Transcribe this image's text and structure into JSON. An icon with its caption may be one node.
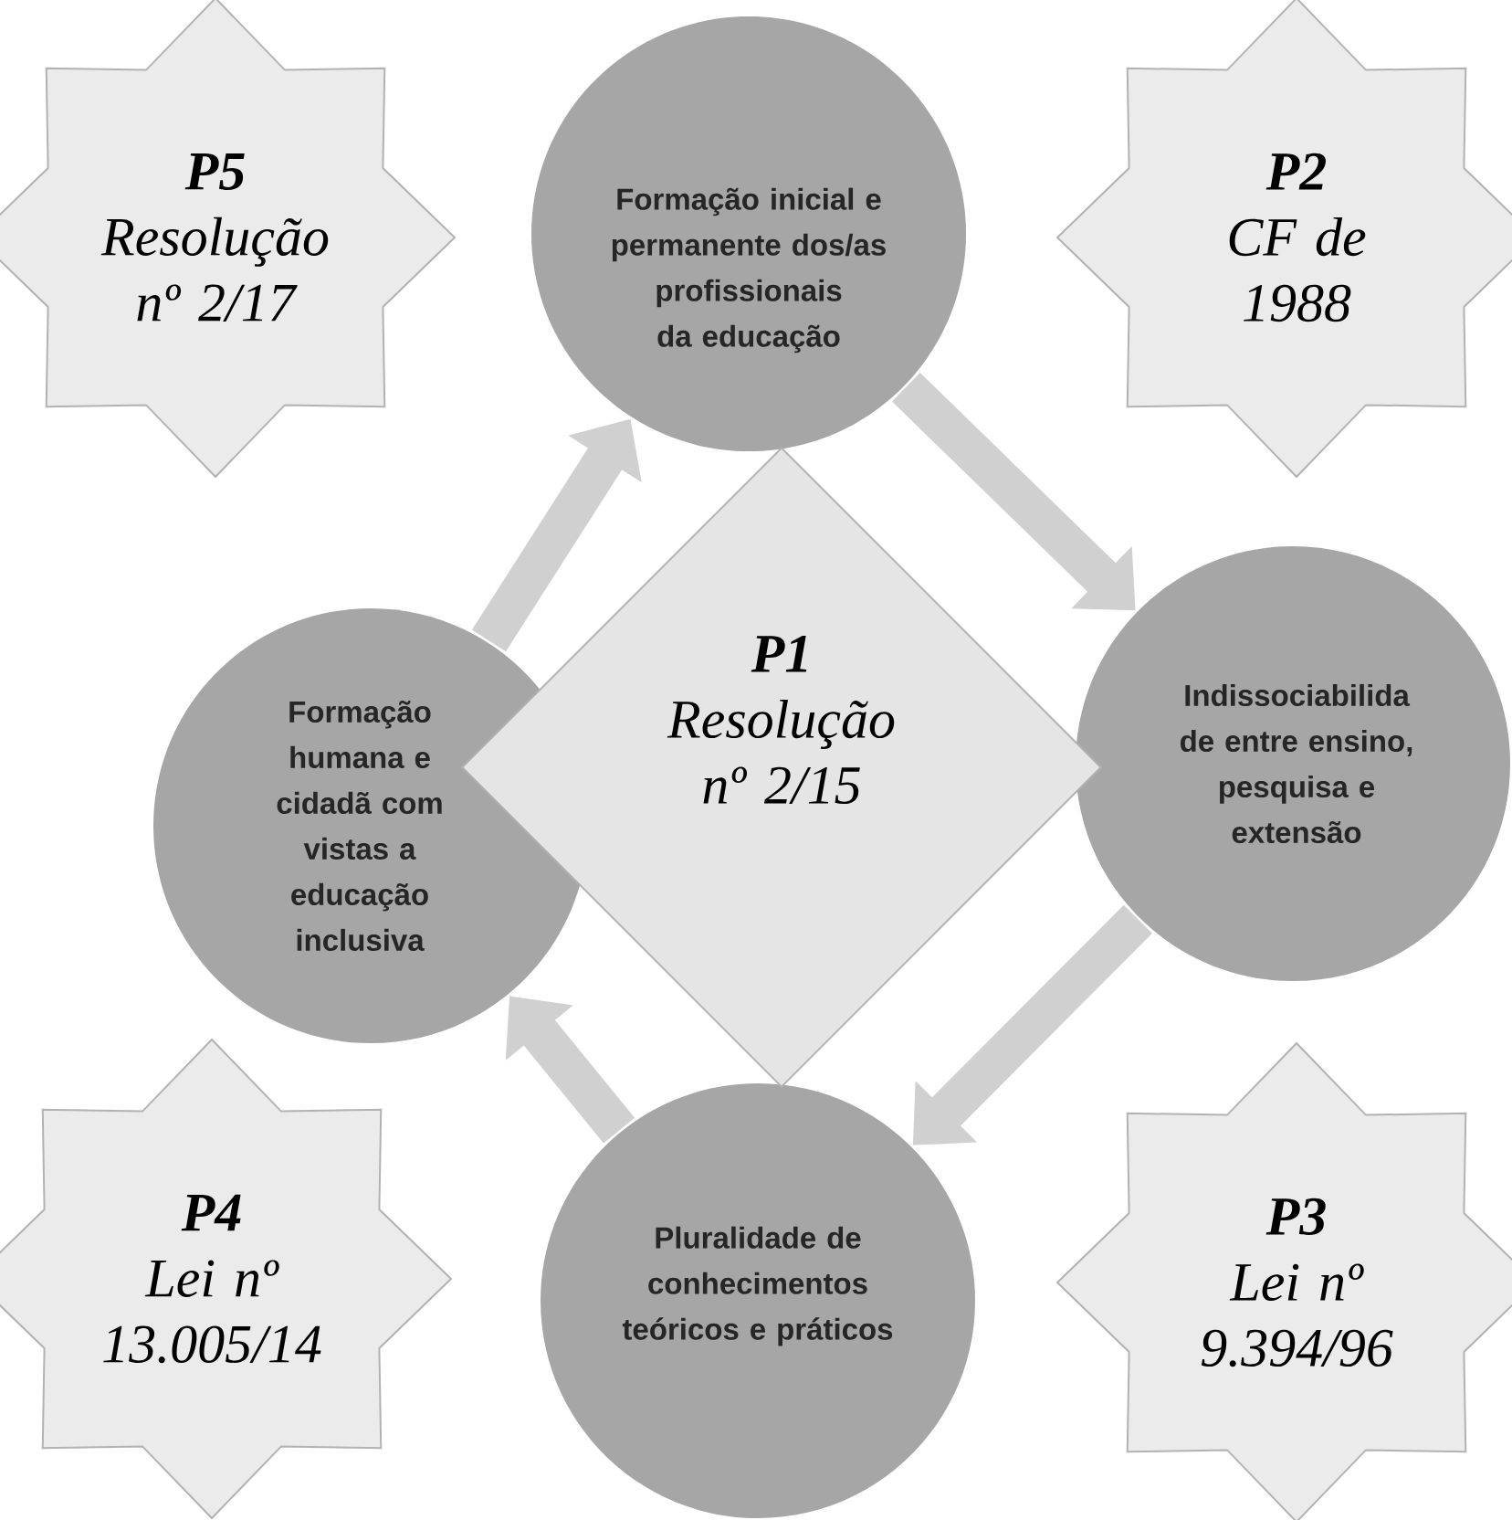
{
  "diagram": {
    "nodes": [
      {
        "text": [
          "P5",
          "Resolução nº 2/17"
        ]
      },
      {
        "text": [
          "Formação inicial e permanente dos/as profissionais da educação"
        ]
      },
      {
        "text": [
          "P2",
          "CF de 1988"
        ]
      },
      {
        "text": [
          "Formação humana e cidadã com vistas a educação inclusiva"
        ]
      },
      {
        "text": [
          "P1",
          "Resolução nº 2/15"
        ]
      },
      {
        "text": [
          "Indissociabilida de entre ensino, pesquisa e extensão"
        ]
      },
      {
        "text": [
          "P4",
          "Lei nº 13.005/14"
        ]
      },
      {
        "text": [
          "Pluralidade de conhecimentos teóricos e práticos"
        ]
      },
      {
        "text": [
          "P3",
          "Lei nº 9.394/96"
        ]
      }
    ],
    "edges": [
      {
        "from": 3,
        "to": 1,
        "arrow": "to"
      },
      {
        "from": 1,
        "to": 5,
        "arrow": "to"
      },
      {
        "from": 5,
        "to": 7,
        "arrow": "to"
      },
      {
        "from": 7,
        "to": 3,
        "arrow": "to"
      }
    ]
  }
}
